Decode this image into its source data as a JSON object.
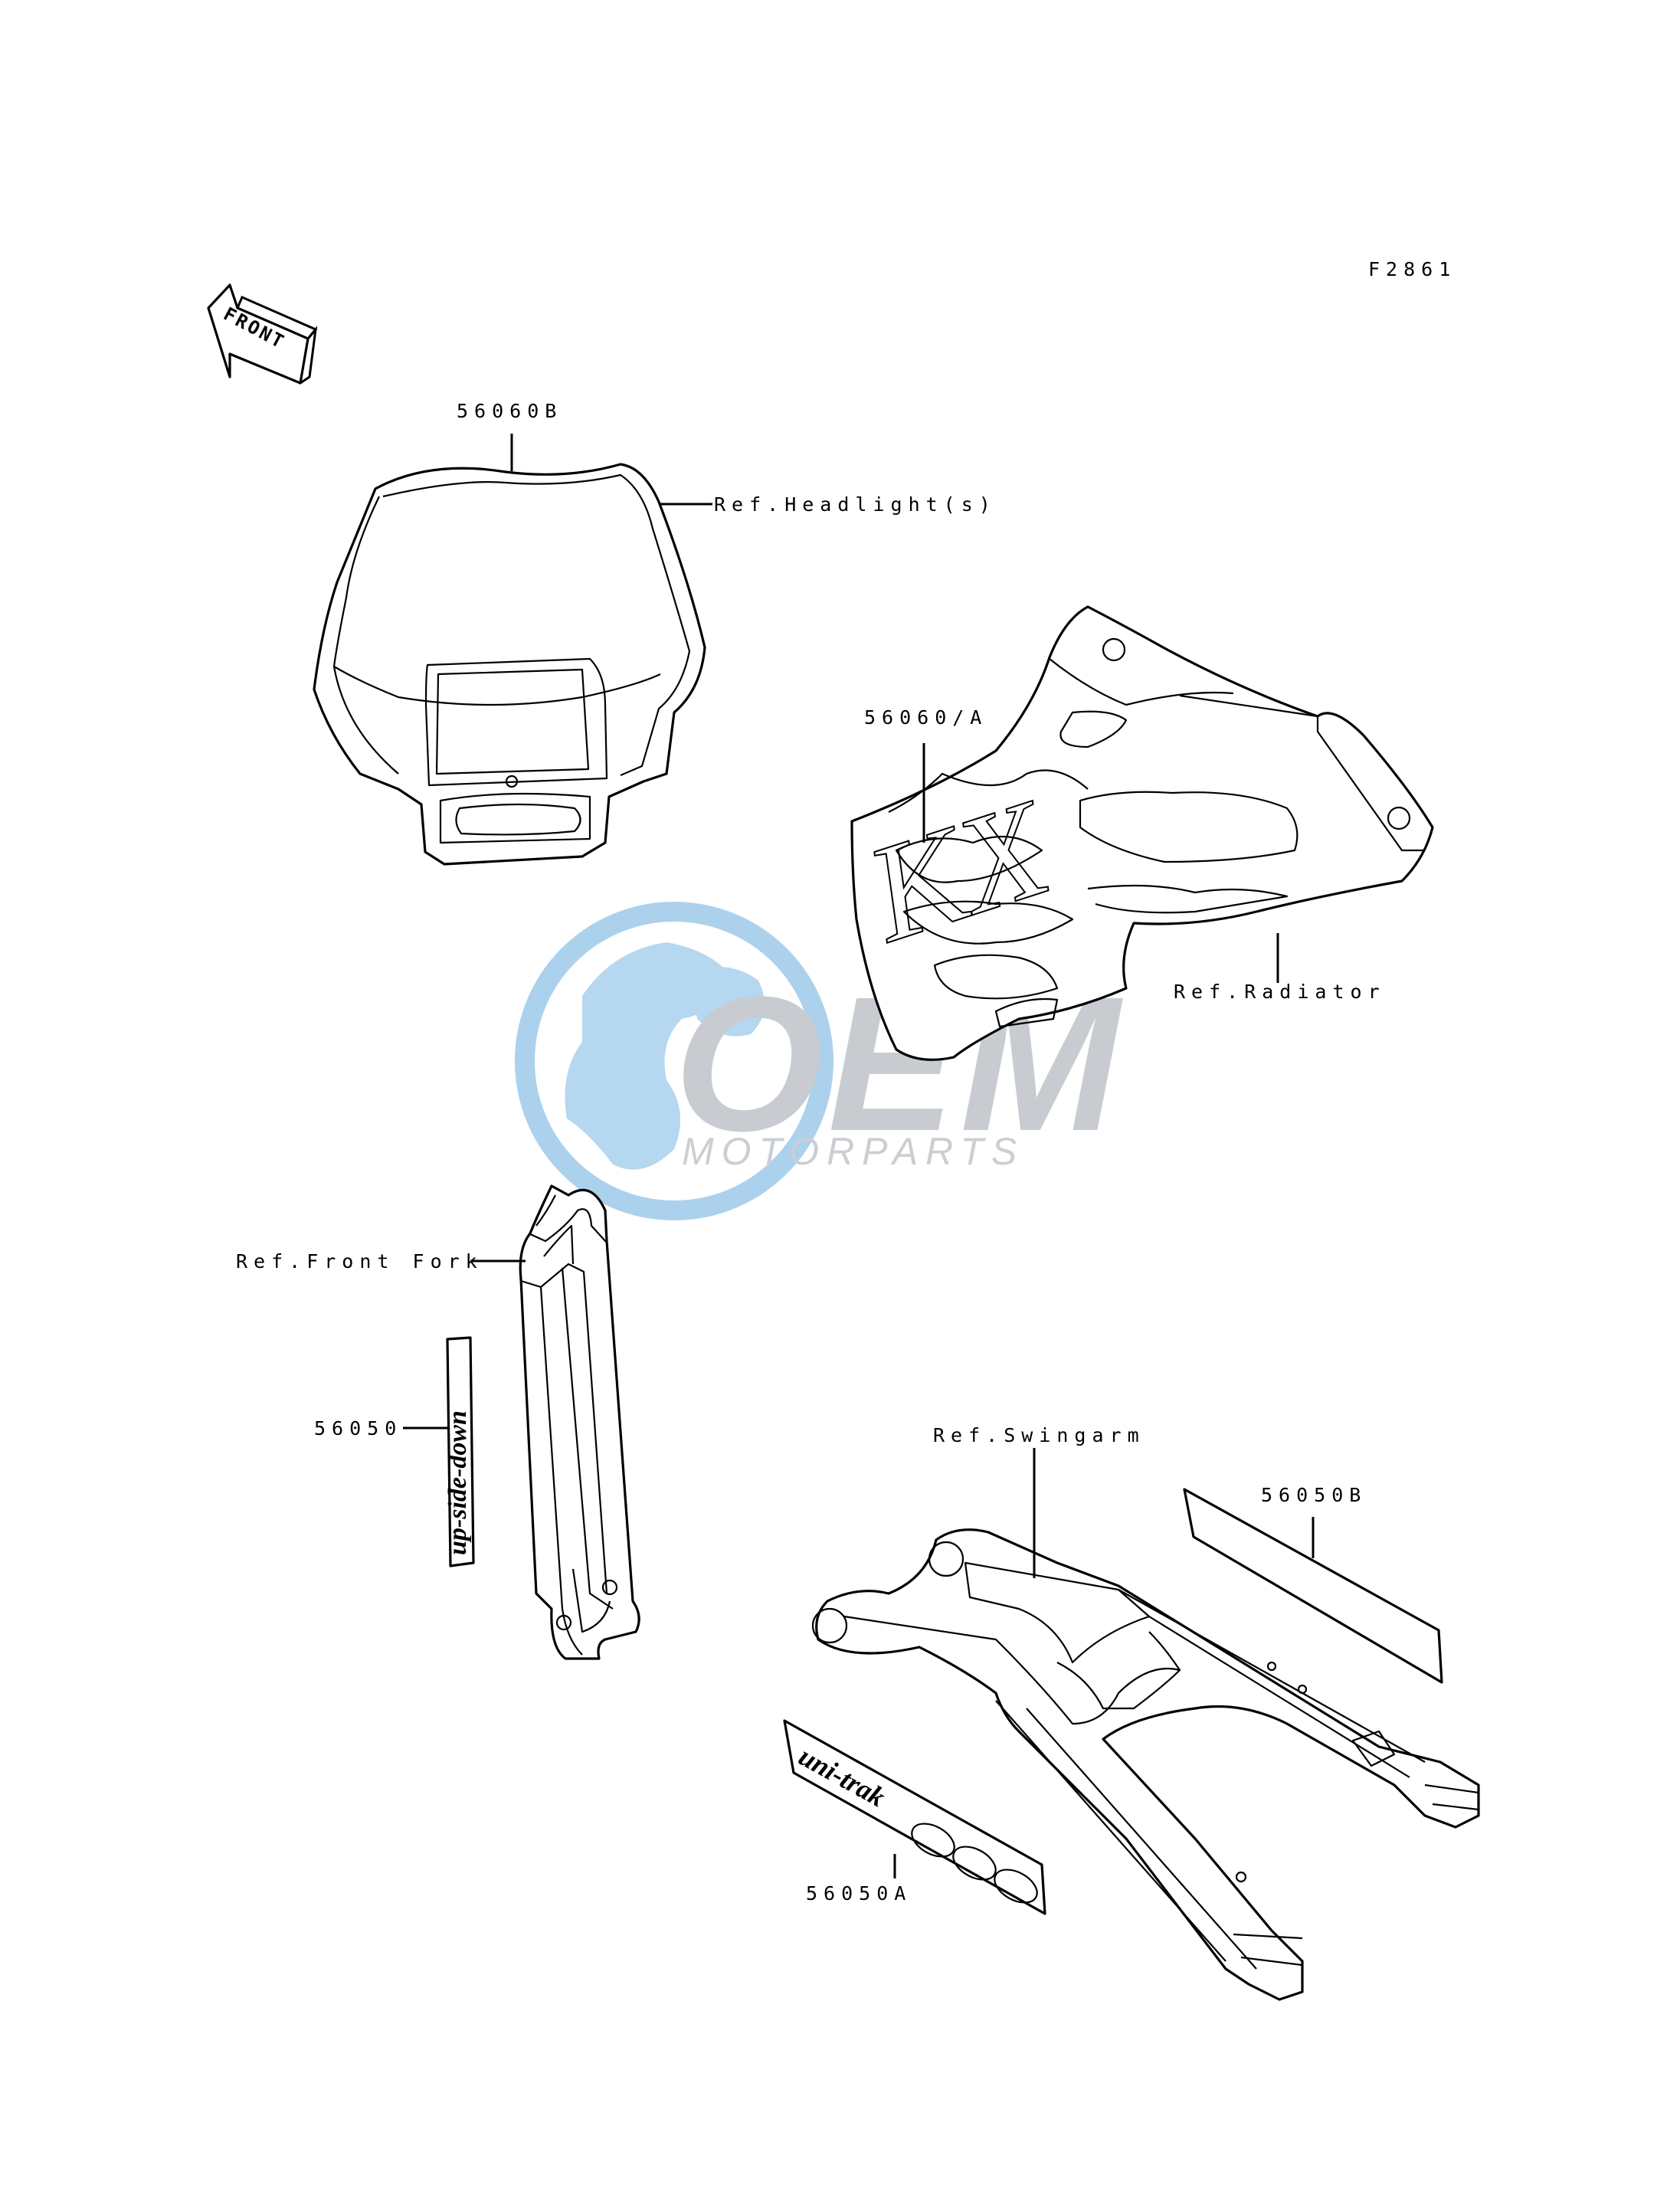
{
  "figure_code": "F2861",
  "front_indicator": "FRONT",
  "labels": {
    "headlight_part": "56060B",
    "headlight_ref": "Ref.Headlight(s)",
    "radiator_part": "56060/A",
    "radiator_ref": "Ref.Radiator",
    "fork_ref": "Ref.Front Fork",
    "fork_part": "56050",
    "swingarm_ref": "Ref.Swingarm",
    "swingarm_part_b": "56050B",
    "swingarm_part_a": "56050A"
  },
  "decal_text": {
    "fork_decal": "up-side-down",
    "swingarm_decal": "uni-trak",
    "shroud_graphic": "KX"
  },
  "watermark": {
    "logo": "OEM",
    "tagline": "MOTORPARTS",
    "color_globe": "#9ec9ea",
    "color_text": "#bfc3c8"
  },
  "colors": {
    "line": "#000000",
    "background": "#ffffff"
  }
}
